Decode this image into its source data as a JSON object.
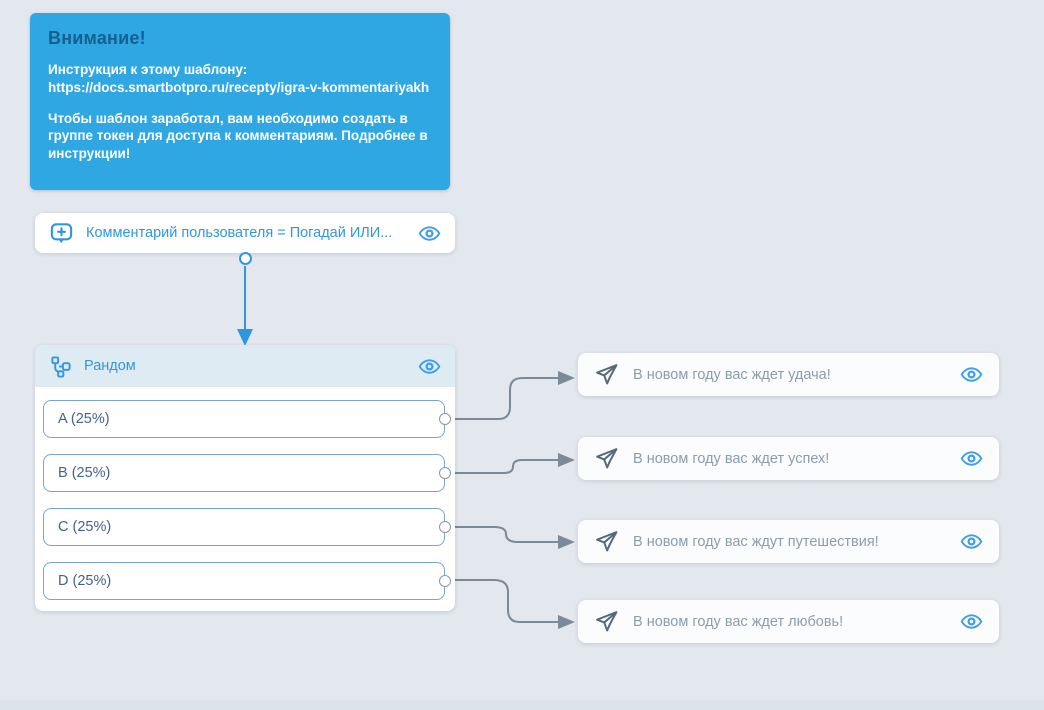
{
  "notice": {
    "title": "Внимание!",
    "line1": "Инструкция к этому шаблону: https://docs.smartbotpro.ru/recepty/igra-v-kommentariyakh",
    "line2": "Чтобы шаблон заработал, вам необходимо создать в группе токен для доступа к комментариям. Подробнее в инструкции!"
  },
  "trigger_node": {
    "label": "Комментарий пользователя = Погадай ИЛИ..."
  },
  "random_node": {
    "title": "Рандом",
    "options": [
      {
        "label": "A (25%)"
      },
      {
        "label": "B (25%)"
      },
      {
        "label": "C (25%)"
      },
      {
        "label": "D (25%)"
      }
    ]
  },
  "message_nodes": [
    {
      "label": "В новом году вас ждет удача!"
    },
    {
      "label": "В новом году вас ждет успех!"
    },
    {
      "label": "В новом году вас ждут путешествия!"
    },
    {
      "label": "В новом году вас ждет любовь!"
    }
  ],
  "icons": {
    "trigger": "comment-plus-icon",
    "random": "random-icon",
    "message": "paper-plane-icon",
    "visibility": "eye-icon"
  },
  "colors": {
    "canvas": "#e3e7ee",
    "notice_bg": "#2fa7e2",
    "notice_title": "#15608f",
    "node_link_blue": "#3097de",
    "random_header_bg": "#deebf3",
    "option_border": "#7aa3d4",
    "option_text": "#46618a",
    "connector_gray": "#7b8a96",
    "arrow_blue": "#2e96e0",
    "message_text": "#8d9cab",
    "eye_blue": "#3e9ee8"
  }
}
